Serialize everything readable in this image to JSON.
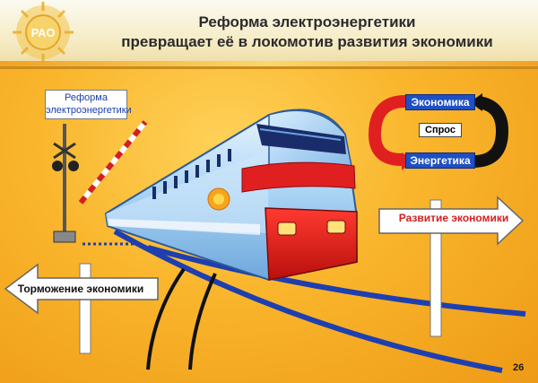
{
  "header": {
    "title_line1": "Реформа электроэнергетики",
    "title_line2": "превращает её в локомотив развития экономики",
    "logo_text": "РАО"
  },
  "barrier": {
    "label_line1": "Реформа",
    "label_line2": "электроэнергетики"
  },
  "cycle": {
    "top": "Экономика",
    "middle": "Спрос",
    "bottom": "Энергетика",
    "colors": {
      "left_arrow": "#e02020",
      "right_arrow": "#111111",
      "box": "#1f4fc4"
    }
  },
  "signs": {
    "right": "Развитие экономики",
    "left": "Торможение экономики"
  },
  "page_number": "26",
  "colors": {
    "background": "#f9b52b",
    "train_body": "#9fcaf0",
    "train_stripe": "#e02020",
    "rail": "#1e3fb0"
  }
}
